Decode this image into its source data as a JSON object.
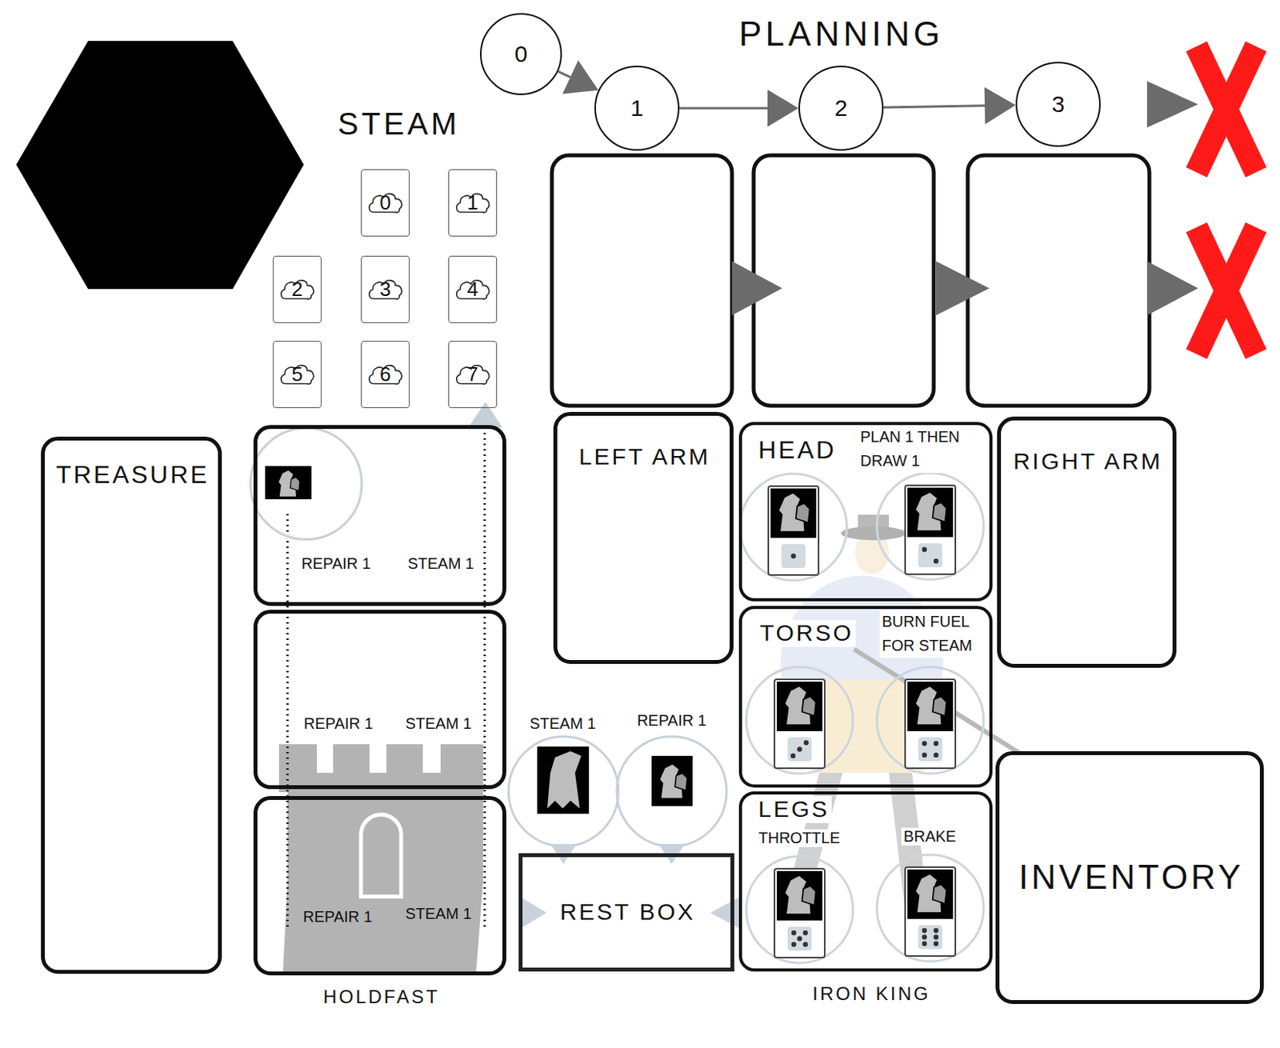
{
  "diagram": {
    "nodes": [
      {
        "text": [
          "0"
        ]
      },
      {
        "text": [
          "1"
        ]
      },
      {
        "text": [
          "2"
        ]
      },
      {
        "text": [
          "3"
        ]
      },
      {
        "text": [
          "0"
        ]
      },
      {
        "text": [
          "1"
        ]
      },
      {
        "text": [
          "2"
        ]
      },
      {
        "text": [
          "3"
        ]
      },
      {
        "text": [
          "4"
        ]
      },
      {
        "text": [
          "5"
        ]
      },
      {
        "text": [
          "6"
        ]
      },
      {
        "text": [
          "7"
        ]
      },
      {
        "text": [
          "TREASURE"
        ]
      },
      {
        "text": [
          "REPAIR 1",
          "STEAM 1"
        ]
      },
      {
        "text": [
          "REPAIR 1",
          "STEAM 1"
        ]
      },
      {
        "text": [
          "REPAIR 1",
          "STEAM 1"
        ]
      },
      {
        "text": [
          "LEFT ARM"
        ]
      },
      {
        "text": [
          "HEAD",
          "PLAN 1 THEN DRAW 1"
        ]
      },
      {
        "text": [
          "RIGHT ARM"
        ]
      },
      {
        "text": [
          "TORSO",
          "BURN FUEL FOR STEAM"
        ]
      },
      {
        "text": [
          "REST BOX"
        ]
      },
      {
        "text": [
          "LEGS",
          "THROTTLE",
          "BRAKE"
        ]
      },
      {
        "text": [
          "INVENTORY"
        ]
      }
    ],
    "edges": [
      {
        "from": 0,
        "to": 1,
        "arrow": "to"
      },
      {
        "from": 1,
        "to": 2,
        "arrow": "to"
      },
      {
        "from": 2,
        "to": 3,
        "arrow": "to"
      }
    ],
    "labels": [
      "PLANNING",
      "STEAM",
      "STEAM 1",
      "REPAIR 1",
      "HOLDFAST",
      "IRON KING"
    ]
  }
}
